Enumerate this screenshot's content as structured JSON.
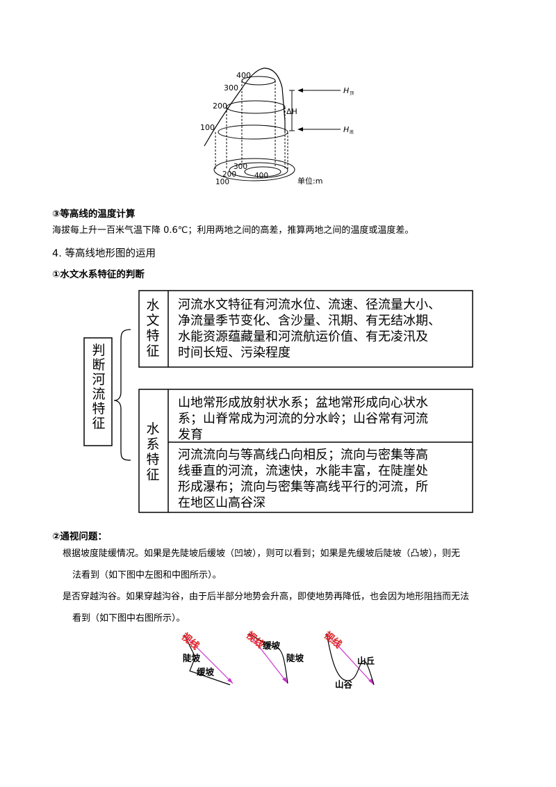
{
  "figure_contour": {
    "labels_left": [
      "400",
      "300",
      "200",
      "100"
    ],
    "labels_bottom": [
      "300",
      "200",
      "400",
      "100"
    ],
    "delta_h": "ΔH",
    "h_top_main": "H",
    "h_top_sub": "顶",
    "h_bottom_main": "H",
    "h_bottom_sub": "底",
    "unit": "单位:m"
  },
  "section3": {
    "heading": "③等高线的温度计算",
    "text": "海拔每上升一百米气温下降 0.6℃；利用两地之间的高差，推算两地之间的温度或温度差。"
  },
  "section4": {
    "title": "4. 等高线地形图的运用",
    "sub1": "①水文水系特征的判断"
  },
  "diagram": {
    "root": [
      "判",
      "断",
      "河",
      "流",
      "特",
      "征"
    ],
    "hydro_label": [
      "水",
      "文",
      "特",
      "征"
    ],
    "hydro_lines": [
      "河流水文特征有河流水位、流速、径流量大小、",
      "净流量季节变化、含沙量、汛期、有无结冰期、",
      "水能资源蕴藏量和河流航运价值、有无凌汛及",
      "时间长短、污染程度"
    ],
    "system_label": [
      "水",
      "系",
      "特",
      "征"
    ],
    "system_lines_1": [
      "山地常形成放射状水系；盆地常形成向心状水",
      "系；山脊常成为河流的分水岭；山谷常有河流",
      "发育"
    ],
    "system_lines_2": [
      "河流流向与等高线凸向相反；流向与密集等高",
      "线垂直的河流，流速快，水能丰富，在陡崖处",
      "形成瀑布；流向与密集等高线平行的河流，所",
      "在地区山高谷深"
    ]
  },
  "section_visibility": {
    "heading": "②通视问题：",
    "p1_line1": "根据坡度陡缓情况。如果是先陡坡后缓坡（凹坡），则可以看到；如果是先缓坡后陡坡（凸坡），则无",
    "p1_line2": "法看到（如下图中左图和中图所示）。",
    "p2_line1": "是否穿越沟谷。如果穿越沟谷，由于后半部分地势会升高，即使地势再降低，也会因为地形阻挡而无法",
    "p2_line2": "看到（如下图中右图所示）。"
  },
  "sight_figures": {
    "sight_label": "视线",
    "left": {
      "steep": "陡坡",
      "gentle": "缓坡"
    },
    "middle": {
      "gentle": "缓坡",
      "steep": "陡坡"
    },
    "right": {
      "hill": "山丘",
      "valley": "山谷"
    }
  }
}
